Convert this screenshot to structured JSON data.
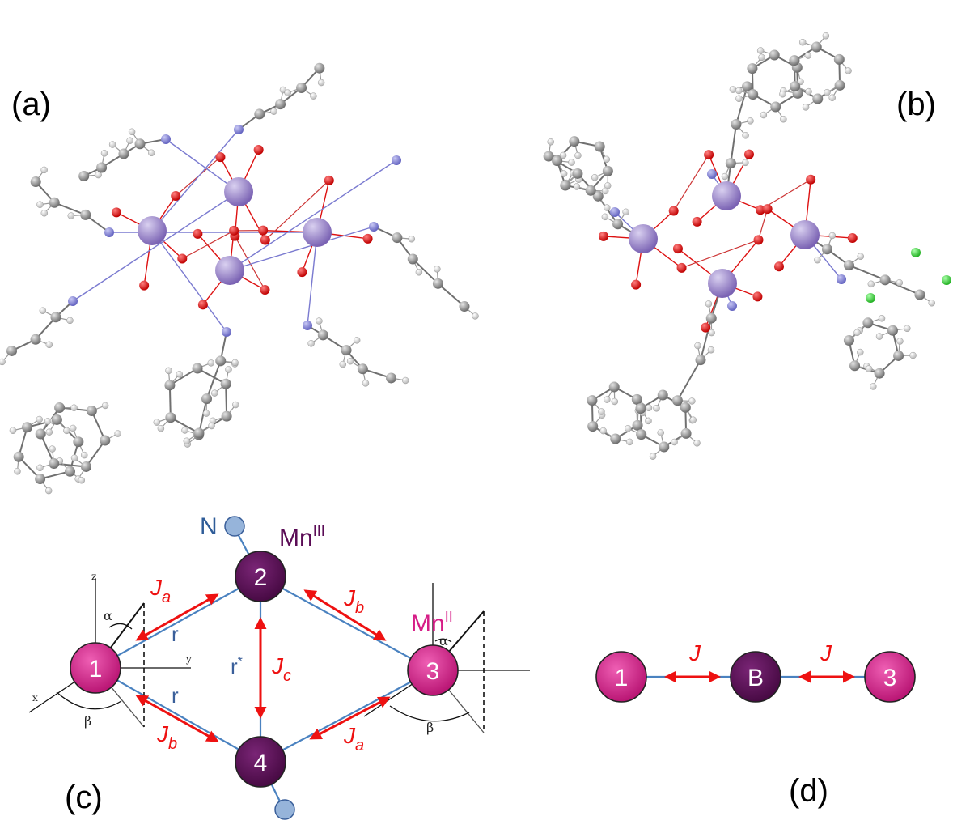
{
  "panels": {
    "a": "(a)",
    "b": "(b)",
    "c": "(c)",
    "d": "(d)"
  },
  "diagram_c": {
    "sites": [
      "1",
      "2",
      "3",
      "4"
    ],
    "ligand_label": "N",
    "mn3_base": "Mn",
    "mn3_sup": "III",
    "mn2_base": "Mn",
    "mn2_sup": "II",
    "couplings": {
      "ja_base": "J",
      "ja_sub": "a",
      "jb_base": "J",
      "jb_sub": "b",
      "jc_base": "J",
      "jc_sub": "c"
    },
    "distance_r": "r",
    "distance_rstar_base": "r",
    "distance_rstar_sup": "*",
    "angle_alpha": "α",
    "angle_beta": "β",
    "axis_x": "x",
    "axis_y": "y",
    "axis_z": "z"
  },
  "diagram_d": {
    "sites": [
      "1",
      "B",
      "3"
    ],
    "coupling": "J"
  },
  "colors": {
    "mn2": "#d61d87",
    "mn3": "#5a0b55",
    "bond": "#4a82c0",
    "arrow": "#ee1111",
    "mn_atom": "#9580c6",
    "oxygen": "#dd1111",
    "nitrogen": "#7a7ad0",
    "carbon": "#8a8a8a",
    "chlorine": "#33cc33"
  }
}
